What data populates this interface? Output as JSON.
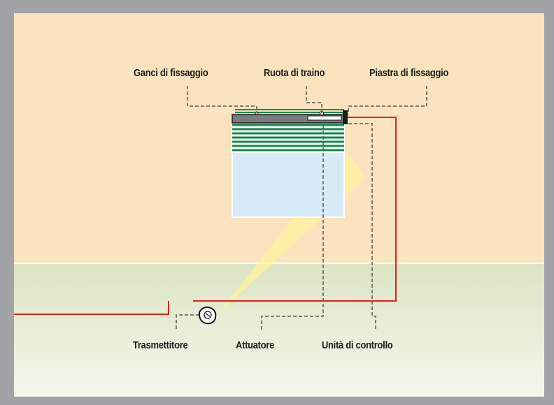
{
  "labels": {
    "ganci_di_fissaggio": "Ganci di fissaggio",
    "ruota_di_traino": "Ruota di traino",
    "piastra_di_fissaggio": "Piastra di fissaggio",
    "trasmettitore": "Trasmettitore",
    "attuatore": "Attuatore",
    "unita_di_controllo": "Unità di controllo"
  },
  "colors": {
    "frame": "#a2a3a6",
    "wall": "#fbe3bf",
    "floor": "#e3e9cd",
    "cable": "#e2231a",
    "slats": "#12894a",
    "leader": "#555555",
    "signal_beam": "#fff3a6"
  }
}
